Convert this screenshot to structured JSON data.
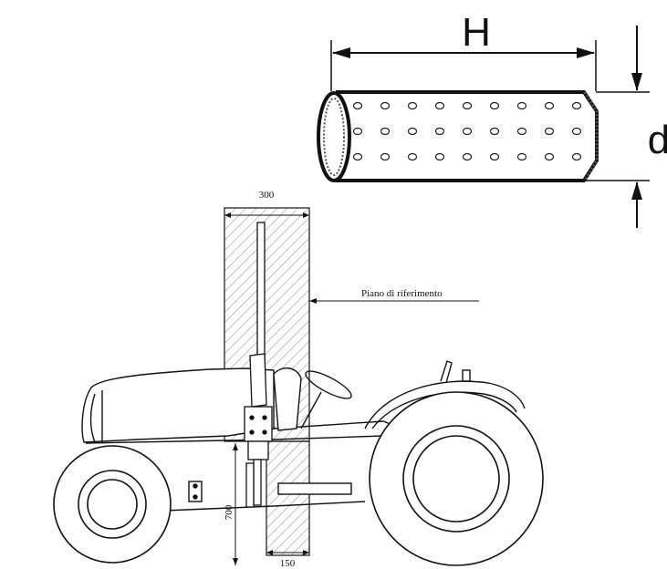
{
  "cylinder": {
    "length_label": "H",
    "diameter_label": "d"
  },
  "tractor": {
    "zone_width_label": "300",
    "reference_plane_label": "Piano di riferimento",
    "height_label": "700",
    "base_width_label": "150"
  }
}
